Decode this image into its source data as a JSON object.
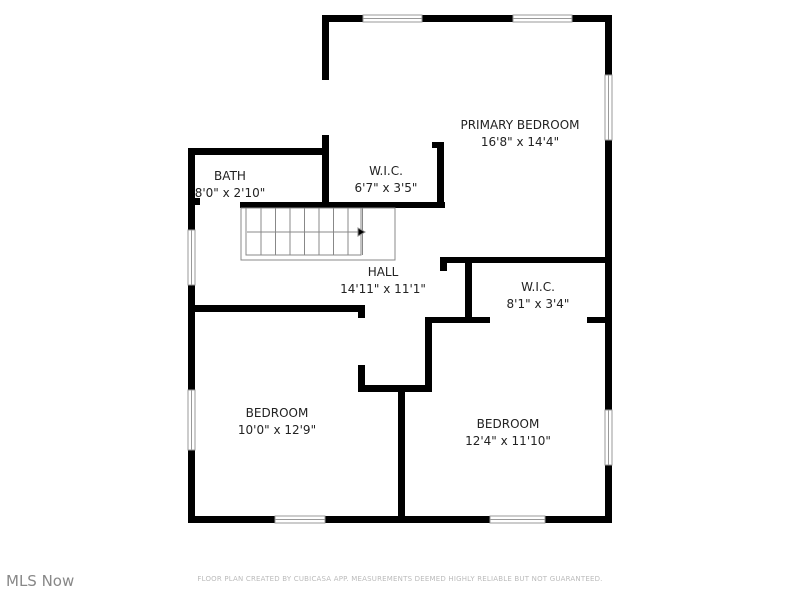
{
  "rooms": [
    {
      "name": "PRIMARY BEDROOM",
      "size": "16'8\" x 14'4\""
    },
    {
      "name": "W.I.C.",
      "size": "6'7\" x 3'5\""
    },
    {
      "name": "BATH",
      "size": "8'0\" x 2'10\""
    },
    {
      "name": "HALL",
      "size": "14'11\" x 11'1\""
    },
    {
      "name": "W.I.C.",
      "size": "8'1\" x 3'4\""
    },
    {
      "name": "BEDROOM",
      "size": "10'0\" x 12'9\""
    },
    {
      "name": "BEDROOM",
      "size": "12'4\" x 11'10\""
    }
  ],
  "footer": "FLOOR PLAN CREATED BY CUBICASA APP. MEASUREMENTS DEEMED HIGHLY RELIABLE BUT NOT GUARANTEED.",
  "logo": "MLS Now",
  "colors": {
    "wall": "#000000",
    "window": "#999999",
    "text": "#222222"
  }
}
